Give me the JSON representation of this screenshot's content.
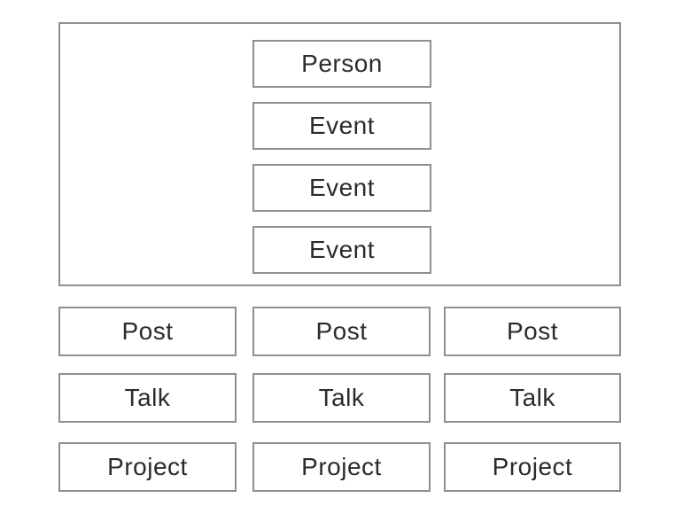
{
  "diagram": {
    "colors": {
      "border": "#8f8f8f",
      "text": "#2b2b2b",
      "background": "#ffffff"
    },
    "container_group": {
      "items": [
        {
          "label": "Person"
        },
        {
          "label": "Event"
        },
        {
          "label": "Event"
        },
        {
          "label": "Event"
        }
      ]
    },
    "grid": {
      "rows": [
        {
          "cells": [
            {
              "label": "Post"
            },
            {
              "label": "Post"
            },
            {
              "label": "Post"
            }
          ]
        },
        {
          "cells": [
            {
              "label": "Talk"
            },
            {
              "label": "Talk"
            },
            {
              "label": "Talk"
            }
          ]
        },
        {
          "cells": [
            {
              "label": "Project"
            },
            {
              "label": "Project"
            },
            {
              "label": "Project"
            }
          ]
        }
      ]
    }
  }
}
